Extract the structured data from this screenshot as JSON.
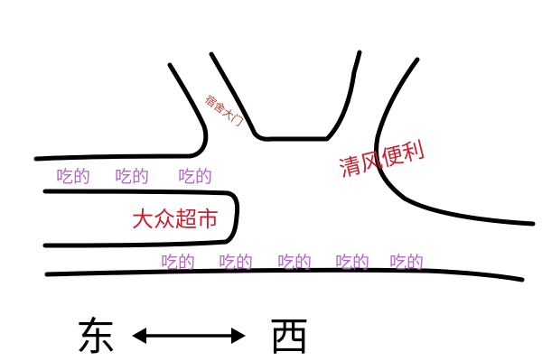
{
  "colors": {
    "road": "#000000",
    "food_label": "#b565c9",
    "store_label": "#c8202f",
    "gate_label": "#c0392b",
    "direction": "#000000"
  },
  "labels": {
    "dorm_gate": "宿舍大门",
    "qingfeng_store": "清风便利",
    "dazhong_market": "大众超市",
    "food_upper": [
      "吃的",
      "吃的",
      "吃的"
    ],
    "food_lower": [
      "吃的",
      "吃的",
      "吃的",
      "吃的",
      "吃的"
    ]
  },
  "directions": {
    "east": "东",
    "west": "西"
  }
}
